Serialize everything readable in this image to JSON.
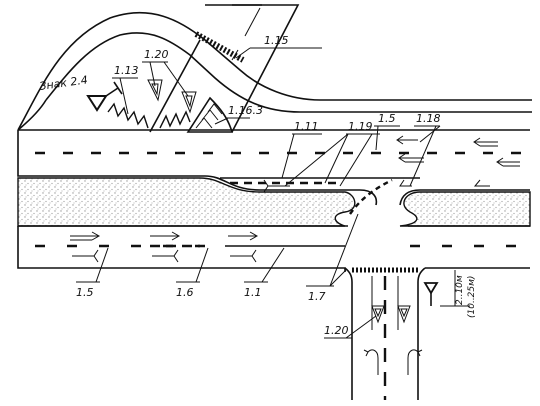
{
  "labels": {
    "l_1_20_top": "1.20",
    "l_1_15": "1.15",
    "l_1_13": "1.13",
    "l_sign": "Знак 2.4",
    "l_1_16_3": "1.16.3",
    "l_1_11": "1.11",
    "l_1_19": "1.19",
    "l_1_5_top": "1.5",
    "l_1_18": "1.18",
    "l_1_5_bottom": "1.5",
    "l_1_6": "1.6",
    "l_1_1": "1.1",
    "l_1_7": "1.7",
    "l_1_20_bottom": "1.20",
    "l_dist_1": "2..10м",
    "l_dist_2": "(10..25м)"
  },
  "colors": {
    "ink": "#111111",
    "paper": "#ffffff",
    "median_dots": "#9a9a9a"
  },
  "icons": {
    "yield_sign": "inverted-triangle-on-post",
    "yield_marking": "inverted-triangle-marking",
    "lane_arrow": "right-arrow",
    "turn_arrow": "turn-arrow"
  }
}
